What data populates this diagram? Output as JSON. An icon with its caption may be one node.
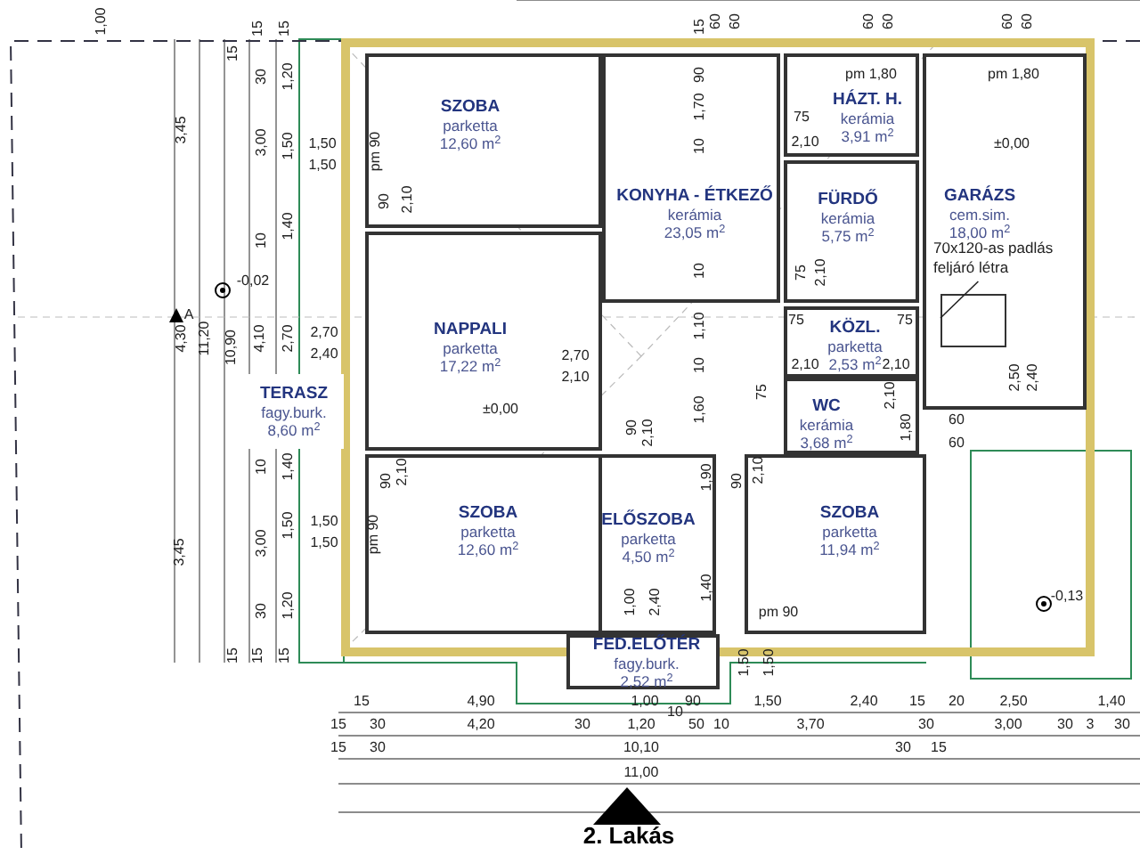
{
  "diagram": {
    "nodes": [
      {
        "text": [
          "SZOBA",
          "parketta",
          "12,60 m$^{2}$"
        ]
      },
      {
        "text": [
          "KONYHA - ÉTKEZŐ",
          "kerámia",
          "23,05 m$^{2}$"
        ]
      },
      {
        "text": [
          "HÁZT. H.",
          "kerámia",
          "3,91 m$^{2}$"
        ]
      },
      {
        "text": [
          "FÜRDŐ",
          "kerámia",
          "5,75 m$^{2}$"
        ]
      },
      {
        "text": [
          "GARÁZS",
          "cem.sim.",
          "18,00 m$^{2}$"
        ]
      },
      {
        "text": [
          "NAPPALI",
          "parketta",
          "17,22 m$^{2}$"
        ]
      },
      {
        "text": [
          "KÖZL.",
          "parketta",
          "2,53 m$^{2}$"
        ]
      },
      {
        "text": [
          "TERASZ",
          "fagy.burk.",
          "8,60 m$^{2}$"
        ]
      },
      {
        "text": [
          "WC",
          "kerámia",
          "3,68 m$^{2}$"
        ]
      },
      {
        "text": [
          "SZOBA",
          "parketta",
          "12,60 m$^{2}$"
        ]
      },
      {
        "text": [
          "ELŐSZOBA",
          "parketta",
          "4,50 m$^{2}$"
        ]
      },
      {
        "text": [
          "SZOBA",
          "parketta",
          "11,94 m$^{2}$"
        ]
      },
      {
        "text": [
          "FED.ELŐTÉR",
          "fagy.burk.",
          "2,52 m$^{2}$"
        ]
      },
      {
        "text": [
          "70x120-as padlás feljáró létra"
        ],
        "in": 4
      },
      {
        "text": [],
        "shape": "box",
        "in": 4
      }
    ],
    "edges": [
      {
        "from": 13,
        "to": 14,
        "arrow": "none"
      }
    ],
    "labels": [
      "1,00",
      "15",
      "60",
      "60",
      "60",
      "60",
      "60",
      "60",
      "pm 1,80",
      "pm 1,80",
      "15",
      "15",
      "15",
      "3,45",
      "30",
      "1,20",
      "3,00",
      "1,50",
      "1,50",
      "1,50",
      "10",
      "1,40",
      "-0,02",
      "A",
      "4,30",
      "11,20",
      "10,90",
      "4,10",
      "2,70",
      "2,70",
      "2,40",
      "10",
      "1,40",
      "3,45",
      "3,00",
      "1,50",
      "1,50",
      "1,50",
      "1,20",
      "30",
      "15",
      "15",
      "15",
      "pm 90",
      "90",
      "2,10",
      "2,70",
      "2,10",
      "±0,00",
      "90",
      "1,70",
      "10",
      "10",
      "1,10",
      "10",
      "1,60",
      "75",
      "2,10",
      "75",
      "2,10",
      "75",
      "75",
      "2,10",
      "2,10",
      "75",
      "2,10",
      "1,80",
      "60",
      "60",
      "±0,00",
      "2,50",
      "2,40",
      "90",
      "2,10",
      "pm 90",
      "90",
      "2,10",
      "1,90",
      "1,00",
      "2,40",
      "1,40",
      "90",
      "2,10",
      "pm 90",
      "1,50",
      "1,50",
      "-0,13",
      "15",
      "4,90",
      "1,00",
      "90",
      "10",
      "1,50",
      "2,40",
      "15",
      "20",
      "2,50",
      "1,40",
      "15",
      "30",
      "4,20",
      "30",
      "1,20",
      "50",
      "10",
      "3,70",
      "30",
      "3,00",
      "30",
      "3",
      "30",
      "15",
      "30",
      "10,10",
      "30",
      "15",
      "11,00",
      "2. Lakás"
    ]
  }
}
